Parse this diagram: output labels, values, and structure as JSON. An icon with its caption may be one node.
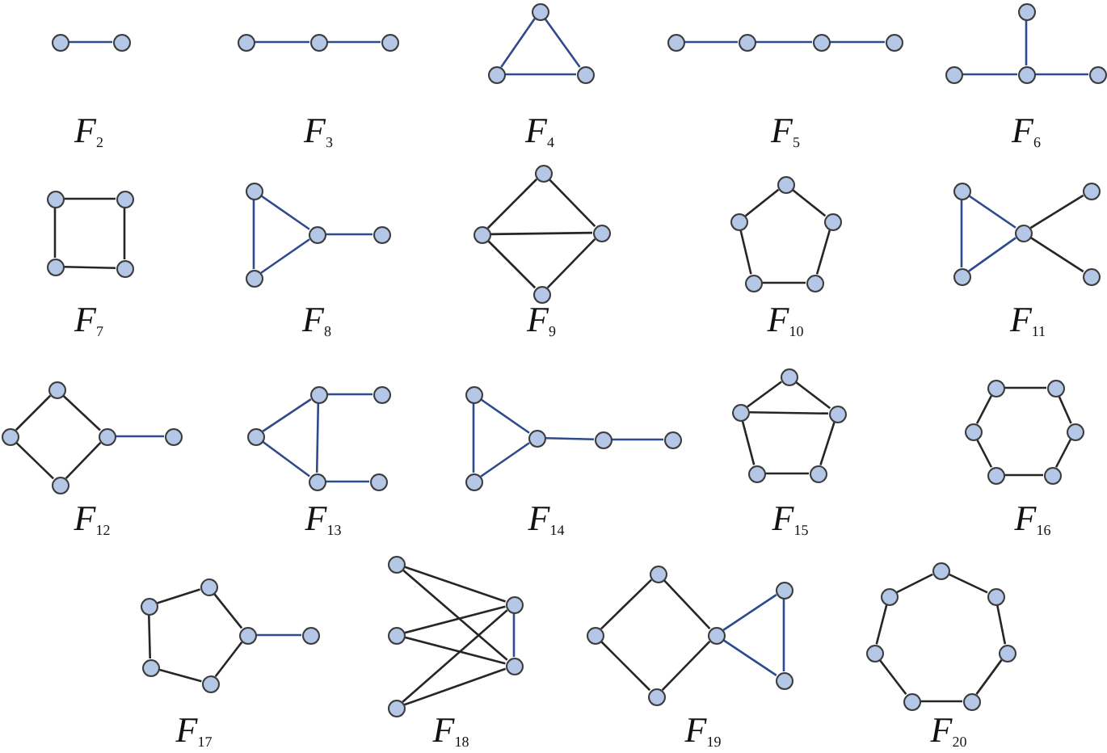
{
  "diagram": {
    "nodes": [
      {
        "text": [],
        "shape": "circle"
      },
      {
        "text": [],
        "shape": "circle"
      },
      {
        "text": [],
        "shape": "circle"
      },
      {
        "text": [],
        "shape": "circle"
      },
      {
        "text": [],
        "shape": "circle"
      },
      {
        "text": [],
        "shape": "circle"
      },
      {
        "text": [],
        "shape": "circle"
      },
      {
        "text": [],
        "shape": "circle"
      },
      {
        "text": [],
        "shape": "circle"
      },
      {
        "text": [],
        "shape": "circle"
      },
      {
        "text": [],
        "shape": "circle"
      },
      {
        "text": [],
        "shape": "circle"
      },
      {
        "text": [],
        "shape": "circle"
      },
      {
        "text": [],
        "shape": "circle"
      },
      {
        "text": [],
        "shape": "circle"
      },
      {
        "text": [],
        "shape": "circle"
      },
      {
        "text": [],
        "shape": "circle"
      },
      {
        "text": [],
        "shape": "circle"
      },
      {
        "text": [],
        "shape": "circle"
      },
      {
        "text": [],
        "shape": "circle"
      },
      {
        "text": [],
        "shape": "circle"
      },
      {
        "text": [],
        "shape": "circle"
      },
      {
        "text": [],
        "shape": "circle"
      },
      {
        "text": [],
        "shape": "circle"
      },
      {
        "text": [],
        "shape": "circle"
      },
      {
        "text": [],
        "shape": "circle"
      },
      {
        "text": [],
        "shape": "circle"
      },
      {
        "text": [],
        "shape": "circle"
      },
      {
        "text": [],
        "shape": "circle"
      },
      {
        "text": [],
        "shape": "circle"
      },
      {
        "text": [],
        "shape": "circle"
      },
      {
        "text": [],
        "shape": "circle"
      },
      {
        "text": [],
        "shape": "circle"
      },
      {
        "text": [],
        "shape": "circle"
      },
      {
        "text": [],
        "shape": "circle"
      },
      {
        "text": [],
        "shape": "circle"
      },
      {
        "text": [],
        "shape": "circle"
      },
      {
        "text": [],
        "shape": "circle"
      },
      {
        "text": [],
        "shape": "circle"
      },
      {
        "text": [],
        "shape": "circle"
      },
      {
        "text": [],
        "shape": "circle"
      },
      {
        "text": [],
        "shape": "circle"
      },
      {
        "text": [],
        "shape": "circle"
      },
      {
        "text": [],
        "shape": "circle"
      },
      {
        "text": [],
        "shape": "circle"
      },
      {
        "text": [],
        "shape": "circle"
      },
      {
        "text": [],
        "shape": "circle"
      },
      {
        "text": [],
        "shape": "circle"
      },
      {
        "text": [],
        "shape": "circle"
      },
      {
        "text": [],
        "shape": "circle"
      },
      {
        "text": [],
        "shape": "circle"
      },
      {
        "text": [],
        "shape": "circle"
      },
      {
        "text": [],
        "shape": "circle"
      },
      {
        "text": [],
        "shape": "circle"
      },
      {
        "text": [],
        "shape": "circle"
      },
      {
        "text": [],
        "shape": "circle"
      },
      {
        "text": [],
        "shape": "circle"
      },
      {
        "text": [],
        "shape": "circle"
      },
      {
        "text": [],
        "shape": "circle"
      },
      {
        "text": [],
        "shape": "circle"
      },
      {
        "text": [],
        "shape": "circle"
      },
      {
        "text": [],
        "shape": "circle"
      },
      {
        "text": [],
        "shape": "circle"
      },
      {
        "text": [],
        "shape": "circle"
      },
      {
        "text": [],
        "shape": "circle"
      },
      {
        "text": [],
        "shape": "circle"
      },
      {
        "text": [],
        "shape": "circle"
      },
      {
        "text": [],
        "shape": "circle"
      },
      {
        "text": [],
        "shape": "circle"
      },
      {
        "text": [],
        "shape": "circle"
      },
      {
        "text": [],
        "shape": "circle"
      },
      {
        "text": [],
        "shape": "circle"
      },
      {
        "text": [],
        "shape": "circle"
      },
      {
        "text": [],
        "shape": "circle"
      },
      {
        "text": [],
        "shape": "circle"
      },
      {
        "text": [],
        "shape": "circle"
      },
      {
        "text": [],
        "shape": "circle"
      },
      {
        "text": [],
        "shape": "circle"
      },
      {
        "text": [],
        "shape": "circle"
      },
      {
        "text": [],
        "shape": "circle"
      },
      {
        "text": [],
        "shape": "circle"
      },
      {
        "text": [],
        "shape": "circle"
      },
      {
        "text": [],
        "shape": "circle"
      },
      {
        "text": [],
        "shape": "circle"
      },
      {
        "text": [],
        "shape": "circle"
      },
      {
        "text": [],
        "shape": "circle"
      },
      {
        "text": [],
        "shape": "circle"
      },
      {
        "text": [],
        "shape": "circle"
      }
    ],
    "edges": [
      {
        "from": 0,
        "to": 1,
        "arrow": "none",
        "color": "#2e4b8c"
      },
      {
        "from": 2,
        "to": 3,
        "arrow": "none",
        "color": "#2e4b8c"
      },
      {
        "from": 3,
        "to": 4,
        "arrow": "none",
        "color": "#2e4b8c"
      },
      {
        "from": 5,
        "to": 6,
        "arrow": "none",
        "color": "#2e4b8c"
      },
      {
        "from": 5,
        "to": 7,
        "arrow": "none",
        "color": "#2e4b8c"
      },
      {
        "from": 6,
        "to": 7,
        "arrow": "none",
        "color": "#2e4b8c"
      },
      {
        "from": 8,
        "to": 9,
        "arrow": "none",
        "color": "#2e4b8c"
      },
      {
        "from": 9,
        "to": 10,
        "arrow": "none",
        "color": "#2e4b8c"
      },
      {
        "from": 10,
        "to": 11,
        "arrow": "none",
        "color": "#2e4b8c"
      },
      {
        "from": 12,
        "to": 14,
        "arrow": "none",
        "color": "#2e4b8c"
      },
      {
        "from": 13,
        "to": 14,
        "arrow": "none",
        "color": "#2e4b8c"
      },
      {
        "from": 14,
        "to": 15,
        "arrow": "none",
        "color": "#2e4b8c"
      },
      {
        "from": 16,
        "to": 17,
        "arrow": "none"
      },
      {
        "from": 17,
        "to": 19,
        "arrow": "none"
      },
      {
        "from": 18,
        "to": 19,
        "arrow": "none"
      },
      {
        "from": 16,
        "to": 18,
        "arrow": "none"
      },
      {
        "from": 20,
        "to": 21,
        "arrow": "none",
        "color": "#2e4b8c"
      },
      {
        "from": 20,
        "to": 23,
        "arrow": "none",
        "color": "#2e4b8c"
      },
      {
        "from": 23,
        "to": 21,
        "arrow": "none",
        "color": "#2e4b8c"
      },
      {
        "from": 21,
        "to": 22,
        "arrow": "none",
        "color": "#2e4b8c"
      },
      {
        "from": 24,
        "to": 25,
        "arrow": "none"
      },
      {
        "from": 24,
        "to": 26,
        "arrow": "none"
      },
      {
        "from": 25,
        "to": 26,
        "arrow": "none"
      },
      {
        "from": 25,
        "to": 27,
        "arrow": "none"
      },
      {
        "from": 26,
        "to": 27,
        "arrow": "none"
      },
      {
        "from": 28,
        "to": 29,
        "arrow": "none"
      },
      {
        "from": 28,
        "to": 30,
        "arrow": "none"
      },
      {
        "from": 29,
        "to": 31,
        "arrow": "none"
      },
      {
        "from": 30,
        "to": 32,
        "arrow": "none"
      },
      {
        "from": 31,
        "to": 32,
        "arrow": "none"
      },
      {
        "from": 33,
        "to": 35,
        "arrow": "none",
        "color": "#2e4b8c"
      },
      {
        "from": 33,
        "to": 36,
        "arrow": "none",
        "color": "#2e4b8c"
      },
      {
        "from": 36,
        "to": 35,
        "arrow": "none",
        "color": "#2e4b8c"
      },
      {
        "from": 35,
        "to": 34,
        "arrow": "none"
      },
      {
        "from": 35,
        "to": 37,
        "arrow": "none"
      },
      {
        "from": 38,
        "to": 39,
        "arrow": "none"
      },
      {
        "from": 38,
        "to": 40,
        "arrow": "none"
      },
      {
        "from": 39,
        "to": 42,
        "arrow": "none"
      },
      {
        "from": 40,
        "to": 42,
        "arrow": "none"
      },
      {
        "from": 40,
        "to": 41,
        "arrow": "none",
        "color": "#2e4b8c"
      },
      {
        "from": 45,
        "to": 43,
        "arrow": "none",
        "color": "#2e4b8c"
      },
      {
        "from": 45,
        "to": 46,
        "arrow": "none",
        "color": "#2e4b8c"
      },
      {
        "from": 43,
        "to": 46,
        "arrow": "none",
        "color": "#2e4b8c"
      },
      {
        "from": 43,
        "to": 44,
        "arrow": "none",
        "color": "#2e4b8c"
      },
      {
        "from": 46,
        "to": 47,
        "arrow": "none",
        "color": "#2e4b8c"
      },
      {
        "from": 48,
        "to": 52,
        "arrow": "none",
        "color": "#2e4b8c"
      },
      {
        "from": 48,
        "to": 49,
        "arrow": "none",
        "color": "#2e4b8c"
      },
      {
        "from": 52,
        "to": 49,
        "arrow": "none",
        "color": "#2e4b8c"
      },
      {
        "from": 49,
        "to": 50,
        "arrow": "none",
        "color": "#2e4b8c"
      },
      {
        "from": 50,
        "to": 51,
        "arrow": "none",
        "color": "#2e4b8c"
      },
      {
        "from": 53,
        "to": 54,
        "arrow": "none"
      },
      {
        "from": 53,
        "to": 55,
        "arrow": "none"
      },
      {
        "from": 54,
        "to": 55,
        "arrow": "none"
      },
      {
        "from": 54,
        "to": 56,
        "arrow": "none"
      },
      {
        "from": 55,
        "to": 57,
        "arrow": "none"
      },
      {
        "from": 56,
        "to": 57,
        "arrow": "none"
      },
      {
        "from": 58,
        "to": 59,
        "arrow": "none"
      },
      {
        "from": 58,
        "to": 60,
        "arrow": "none"
      },
      {
        "from": 59,
        "to": 61,
        "arrow": "none"
      },
      {
        "from": 60,
        "to": 62,
        "arrow": "none"
      },
      {
        "from": 61,
        "to": 63,
        "arrow": "none"
      },
      {
        "from": 62,
        "to": 63,
        "arrow": "none"
      },
      {
        "from": 64,
        "to": 65,
        "arrow": "none"
      },
      {
        "from": 64,
        "to": 66,
        "arrow": "none"
      },
      {
        "from": 66,
        "to": 69,
        "arrow": "none"
      },
      {
        "from": 68,
        "to": 69,
        "arrow": "none"
      },
      {
        "from": 65,
        "to": 68,
        "arrow": "none"
      },
      {
        "from": 66,
        "to": 67,
        "arrow": "none",
        "color": "#2e4b8c"
      },
      {
        "from": 70,
        "to": 71,
        "arrow": "none"
      },
      {
        "from": 70,
        "to": 73,
        "arrow": "none"
      },
      {
        "from": 72,
        "to": 71,
        "arrow": "none"
      },
      {
        "from": 72,
        "to": 73,
        "arrow": "none"
      },
      {
        "from": 74,
        "to": 71,
        "arrow": "none"
      },
      {
        "from": 74,
        "to": 73,
        "arrow": "none"
      },
      {
        "from": 71,
        "to": 73,
        "arrow": "none",
        "color": "#2e4b8c"
      },
      {
        "from": 75,
        "to": 77,
        "arrow": "none"
      },
      {
        "from": 75,
        "to": 78,
        "arrow": "none"
      },
      {
        "from": 77,
        "to": 80,
        "arrow": "none"
      },
      {
        "from": 78,
        "to": 80,
        "arrow": "none"
      },
      {
        "from": 78,
        "to": 76,
        "arrow": "none",
        "color": "#2e4b8c"
      },
      {
        "from": 78,
        "to": 79,
        "arrow": "none",
        "color": "#2e4b8c"
      },
      {
        "from": 76,
        "to": 79,
        "arrow": "none",
        "color": "#2e4b8c"
      },
      {
        "from": 81,
        "to": 82,
        "arrow": "none"
      },
      {
        "from": 81,
        "to": 83,
        "arrow": "none"
      },
      {
        "from": 82,
        "to": 84,
        "arrow": "none"
      },
      {
        "from": 83,
        "to": 85,
        "arrow": "none"
      },
      {
        "from": 84,
        "to": 86,
        "arrow": "none"
      },
      {
        "from": 85,
        "to": 87,
        "arrow": "none"
      },
      {
        "from": 86,
        "to": 87,
        "arrow": "none"
      }
    ],
    "labels": [
      "F$_{2}$",
      "F$_{3}$",
      "F$_{4}$",
      "F$_{5}$",
      "F$_{6}$",
      "F$_{7}$",
      "F$_{8}$",
      "F$_{9}$",
      "F$_{10}$",
      "F$_{11}$",
      "F$_{12}$",
      "F$_{13}$",
      "F$_{14}$",
      "F$_{15}$",
      "F$_{16}$",
      "F$_{17}$",
      "F$_{18}$",
      "F$_{19}$",
      "F$_{20}$"
    ]
  }
}
